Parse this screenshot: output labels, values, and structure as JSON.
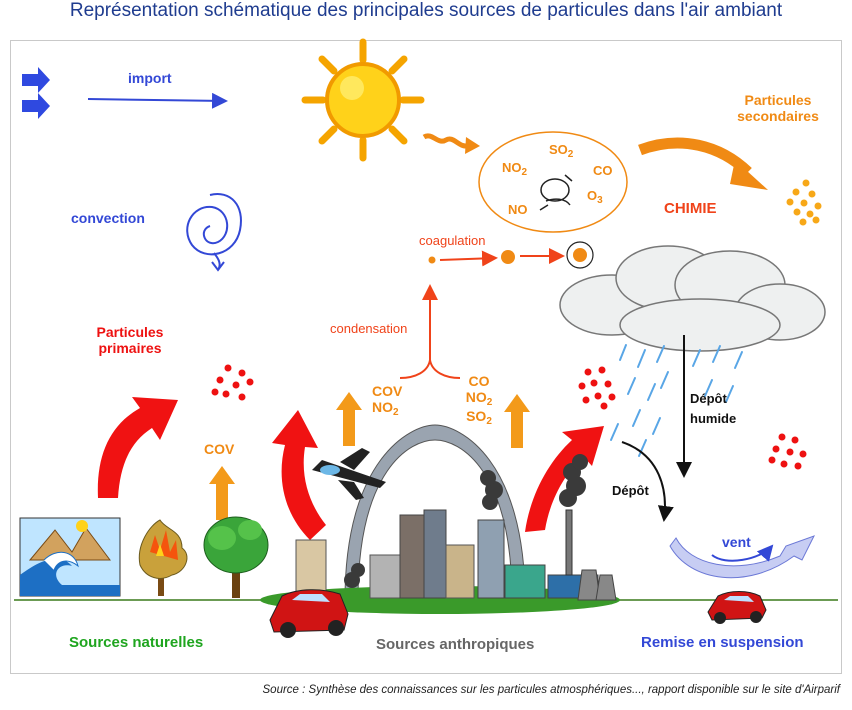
{
  "title": "Représentation schématique des principales sources de particules dans l'air ambiant",
  "source": "Source : Synthèse des connaissances sur les particules atmosphériques..., rapport disponible sur le site d'Airparif",
  "labels": {
    "import": "import",
    "convection": "convection",
    "particules_primaires_1": "Particules",
    "particules_primaires_2": "primaires",
    "particules_secondaires_1": "Particules",
    "particules_secondaires_2": "secondaires",
    "chimie": "CHIMIE",
    "coagulation": "coagulation",
    "condensation": "condensation",
    "cov_natural": "COV",
    "cov_anthro": "COV",
    "no2_left": "NO",
    "co_right": "CO",
    "no2_right": "NO",
    "so2_right": "SO",
    "depot_humide_1": "Dépôt",
    "depot_humide_2": "humide",
    "depot": "Dépôt",
    "vent": "vent",
    "sources_naturelles": "Sources naturelles",
    "sources_anthropiques": "Sources anthropiques",
    "remise_en_suspension": "Remise en suspension"
  },
  "chemistry": {
    "so2": "SO",
    "no2": "NO",
    "co": "CO",
    "o3": "O",
    "no": "NO",
    "sub2": "2",
    "sub3": "3"
  },
  "colors": {
    "title": "#1f3c8f",
    "blue": "#3348d6",
    "orange": "#f08a14",
    "red": "#ee1111",
    "green": "#1fa51f",
    "gray": "#666666"
  }
}
